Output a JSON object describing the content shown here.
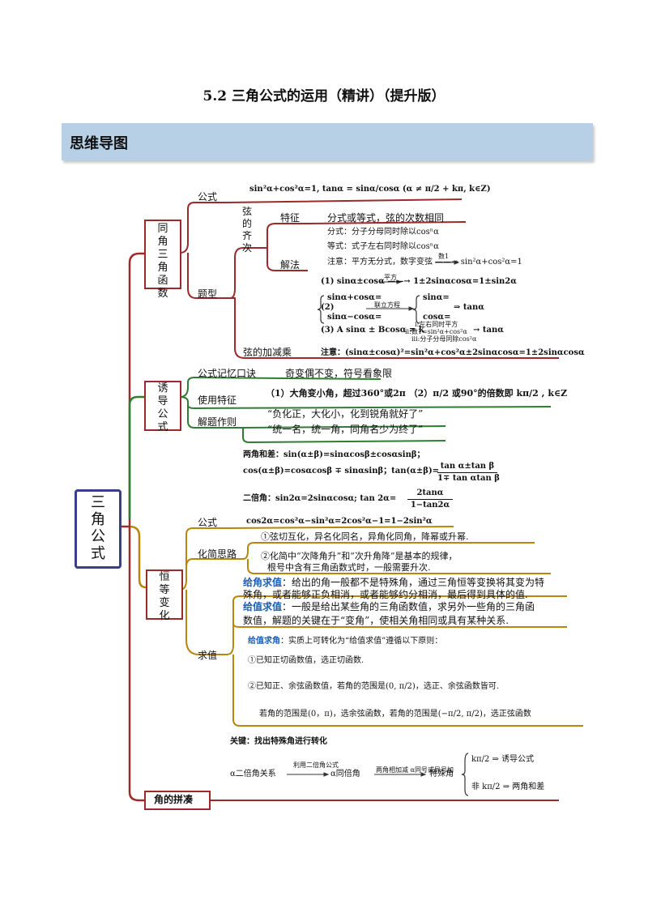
{
  "title": "5.2 三角公式的运用（精讲）（提升版）",
  "section": "思维导图",
  "root": "三角公式",
  "branches": {
    "b1": {
      "label": "同角三角函数",
      "formula_label": "公式",
      "formula": "sin²α+cos²α=1, tanα = sinα/cosα (α ≠ π/2 + kπ, k∈Z)",
      "types_label": "题型",
      "qici_label": "弦的齐次",
      "feature_label": "特征",
      "feature_text": "分式或等式，弦的次数相同",
      "method_label": "解法",
      "m1": "分式：分子分母同时除以cosⁿα",
      "m2": "等式：式子左右同时除以cosⁿα",
      "m3": "注意：平方无分式，数字变弦 ——→ sin²α+cos²α=1",
      "m3_arrow": "数1",
      "t1": "(1) sinα±cosα ——→ 1±2sinαcosα=1±sin2α",
      "t1_arrow": "平方",
      "t2a": "sinα+cosα=",
      "t2b": "sinα−cosα=",
      "t2_arrow": "联立方程",
      "t2c": "sinα=",
      "t2d": "cosα=",
      "t2e": "⇒ tanα",
      "t3": "(3) A sinα ± Bcosα = k",
      "t3_notes": [
        "i:左右同时平方",
        "ii:数1=sin²α+cos²α",
        "iii:分子分母同除cos²α"
      ],
      "t3_end": "→ tanα",
      "jiajian_label": "弦的加减乘",
      "jiajian_text": "注意：(sinα±cosα)²=sin²α+cos²α±2sinαcosα=1±2sinαcosα"
    },
    "b2": {
      "label": "诱导公式",
      "r1_label": "公式记忆口诀",
      "r1_text": "奇变偶不变，符号看象限",
      "r2_label": "使用特征",
      "r2_text": "（1）大角变小角，超过360°或2π （2）π/2 或90°的倍数即 kπ/2 , k∈Z",
      "r3_label": "解题作则",
      "r3_text1": "“负化正，大化小，化到锐角就好了”",
      "r3_text2": "“统一名，统一角，同角名少为终了”"
    },
    "mid": {
      "f1": "两角和差：sin(α±β)=sinαcosβ±cosαsinβ；",
      "f2a": "cos(α±β)=cosαcosβ ∓ sinαsinβ；tan(α±β)=",
      "f2_num": "tan α±tan β",
      "f2_den": "1∓ tan αtan β",
      "f3a": "二倍角：sin2α=2sinαcosα; tan 2α=",
      "f3_num": "2tanα",
      "f3_den": "1−tan2α"
    },
    "b3": {
      "label": "恒等变化",
      "formula_label": "公式",
      "formula": "cos2α=cos²α−sin²α=2cos²α−1=1−2sin²α",
      "simplify_label": "化简思路",
      "s1": "①弦切互化，异名化同名，异角化同角，降幂或升幂.",
      "s2a": "②化简中“次降角升”和“次升角降”是基本的规律，",
      "s2b": "根号中含有三角函数式时，一般需要升次.",
      "value_label": "求值",
      "v1_head": "给角求值",
      "v1a": "：给出的角一般都不是特殊角，通过三角恒等变换将其变为特",
      "v1b": "殊角，或者能够正负相消，或者能够约分相消，最后得到具体的值.",
      "v2_head": "给值求值",
      "v2a": "：一般是给出某些角的三角函数值，求另外一些角的三角函",
      "v2b": "数值，解题的关键在于“变角”，使相关角相同或具有某种关系.",
      "v3_head": "给值求角",
      "v3a": "：实质上可转化为“给值求值”遵循以下原则：",
      "v3b": "①已知正切函数值，选正切函数.",
      "v3c": "②已知正、余弦函数值，若角的范围是(0, π/2)，选正、余弦函数皆可.",
      "v3d": "若角的范围是(0，π)，选余弦函数，若角的范围是(−π/2, π/2)，选正弦函数"
    },
    "b4": {
      "label": "角的拼凑",
      "key": "关键：找出特殊角进行转化",
      "flow_start": "α二倍角关系",
      "flow_a1": "利用二倍角公式",
      "flow_mid": "α同倍角",
      "flow_a2": "两角相加减 α同号或异号加",
      "flow_special": "特殊角",
      "flow_o1": "kπ/2 ⇒ 诱导公式",
      "flow_o2": "非 kπ/2 ⇒ 两角和差"
    }
  },
  "colors": {
    "red": "#9b2a2a",
    "green": "#2e7d32",
    "gold": "#b8860b",
    "navy": "#3b3f8a",
    "bar": "#b7d0e6",
    "blue_text": "#1a5fb4"
  }
}
